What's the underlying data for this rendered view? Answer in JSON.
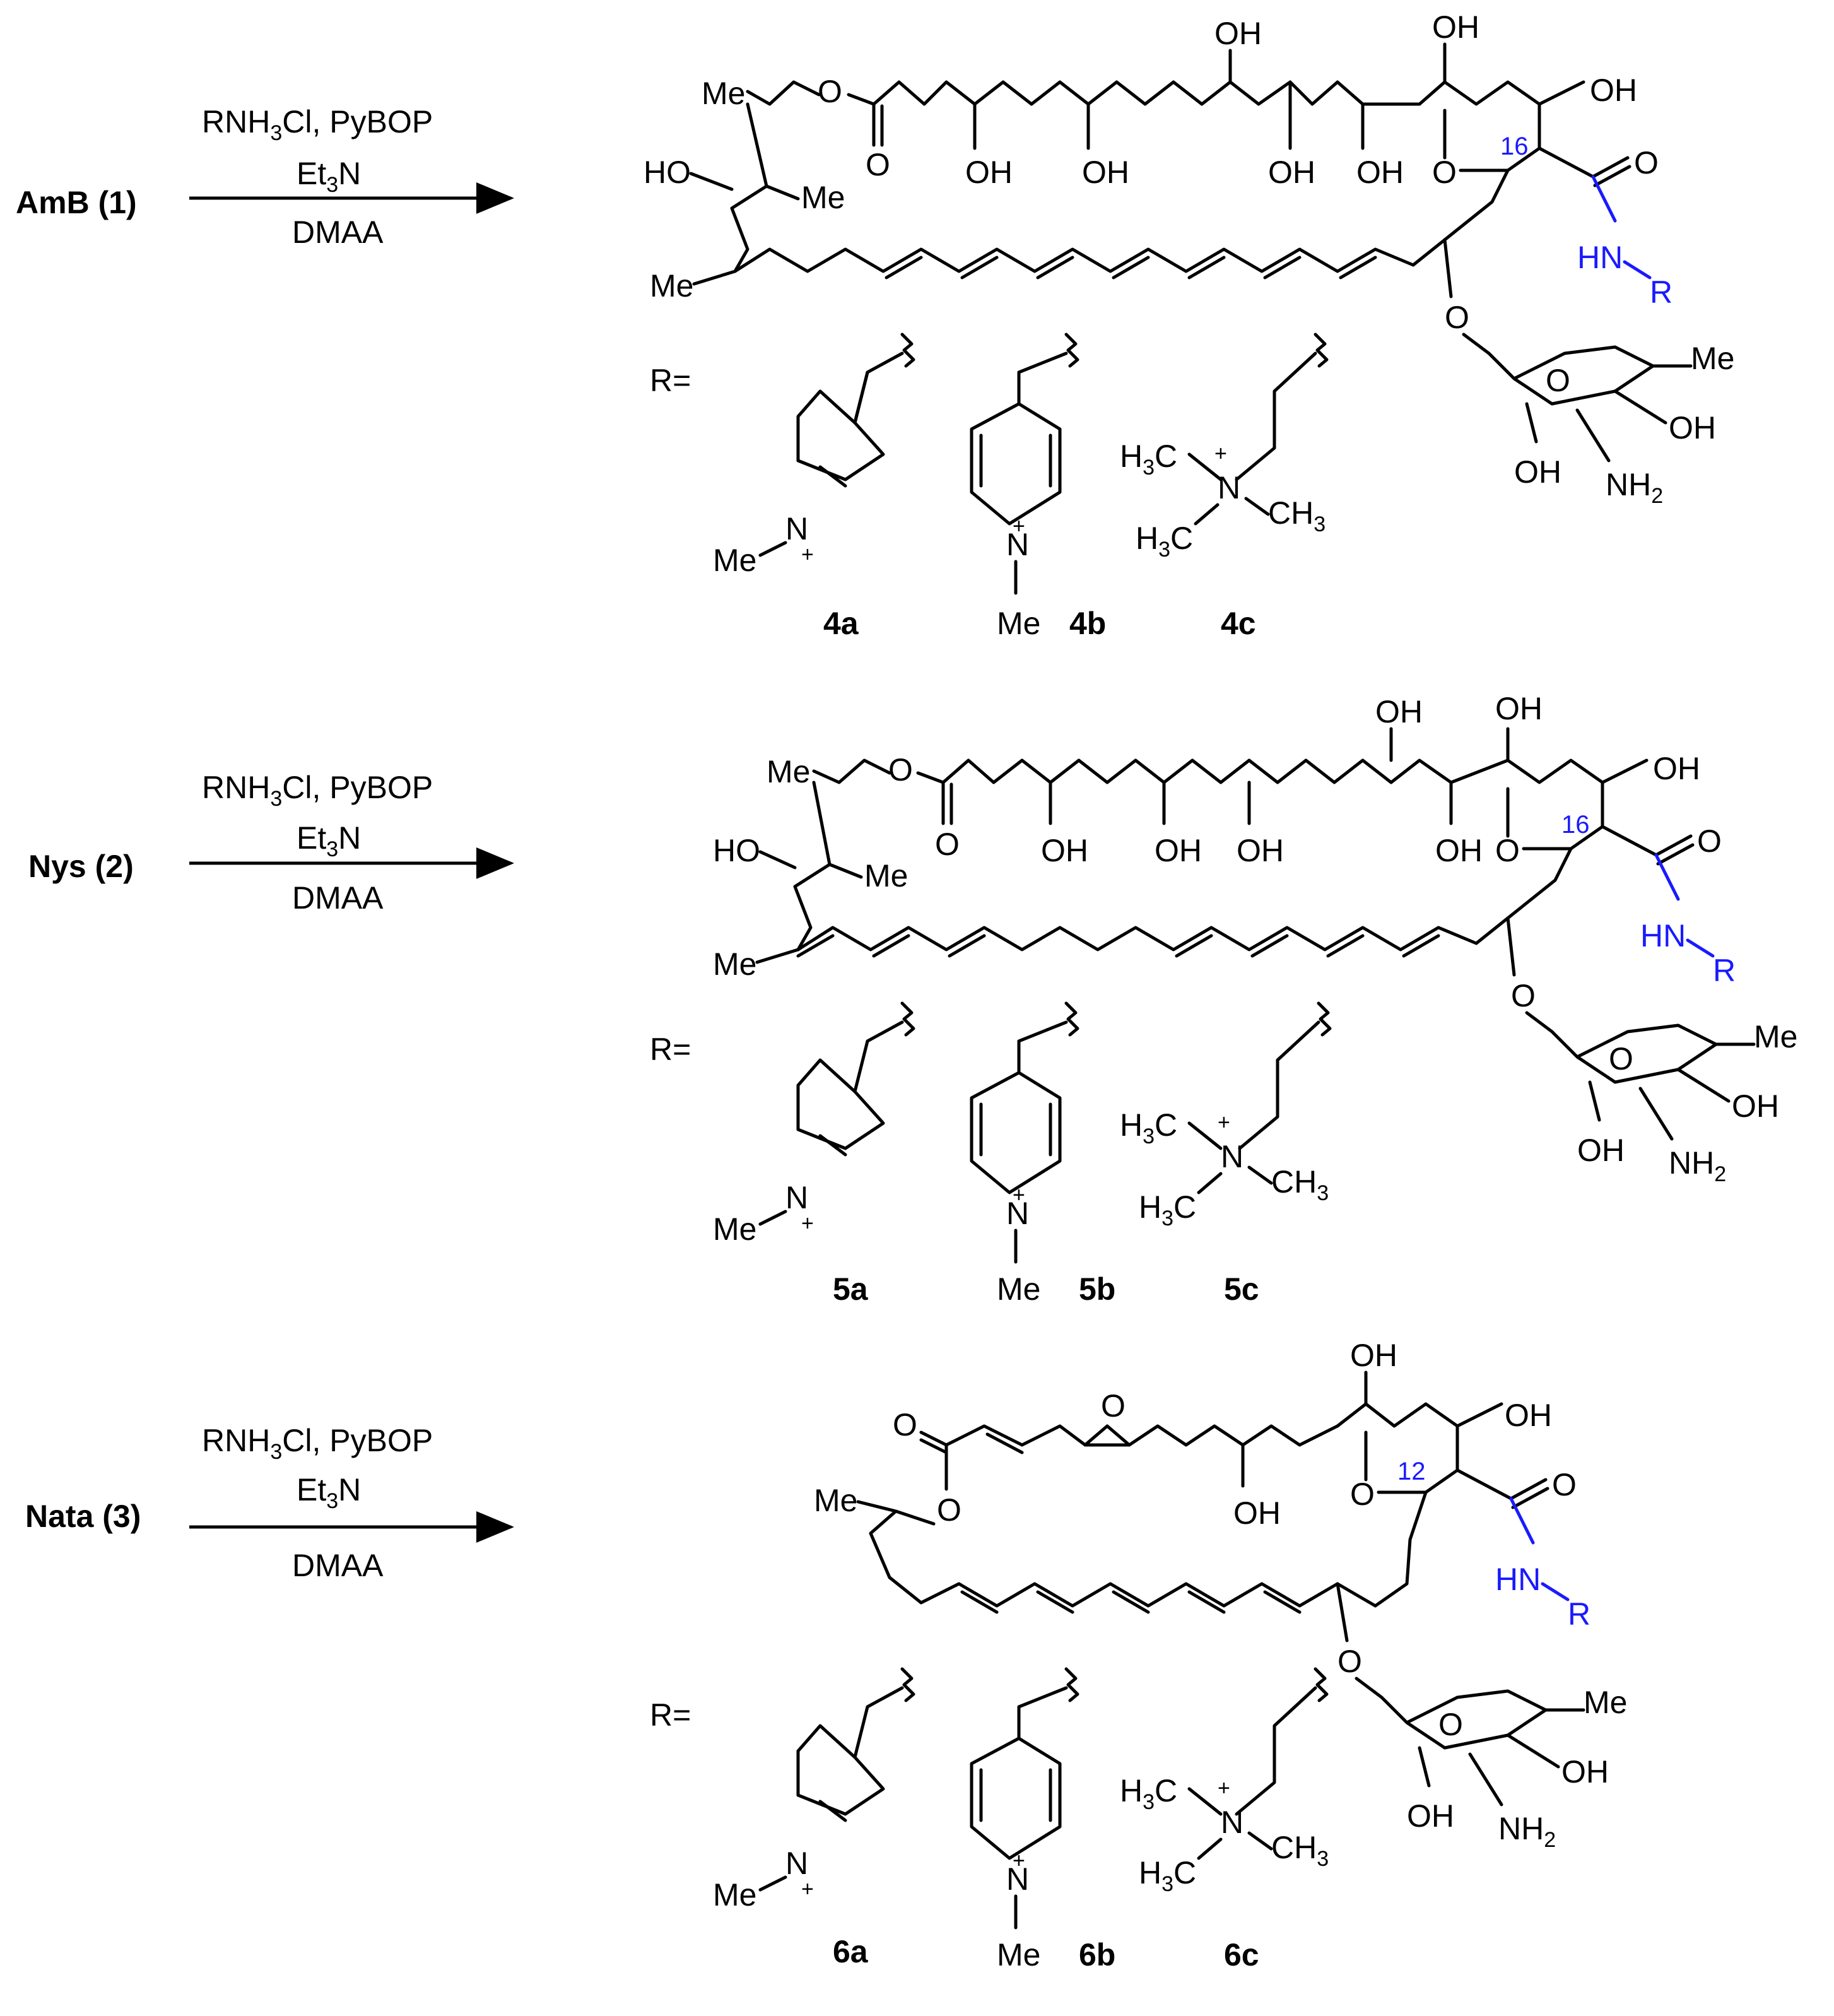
{
  "reactions": [
    {
      "reactant": "AmB (1)",
      "reagents": {
        "line1": "RNH3Cl, PyBOP",
        "line2": "Et3N",
        "line3": "DMAA"
      },
      "position_label": "16",
      "r_prefix": "R=",
      "products": [
        "4a",
        "4b",
        "4c"
      ]
    },
    {
      "reactant": "Nys (2)",
      "reagents": {
        "line1": "RNH3Cl, PyBOP",
        "line2": "Et3N",
        "line3": "DMAA"
      },
      "position_label": "16",
      "r_prefix": "R=",
      "products": [
        "5a",
        "5b",
        "5c"
      ]
    },
    {
      "reactant": "Nata (3)",
      "reagents": {
        "line1": "RNH3Cl, PyBOP",
        "line2": "Et3N",
        "line3": "DMAA"
      },
      "position_label": "12",
      "r_prefix": "R=",
      "products": [
        "6a",
        "6b",
        "6c"
      ]
    }
  ],
  "colors": {
    "highlight": "#1a1aff",
    "ink": "#000000"
  }
}
